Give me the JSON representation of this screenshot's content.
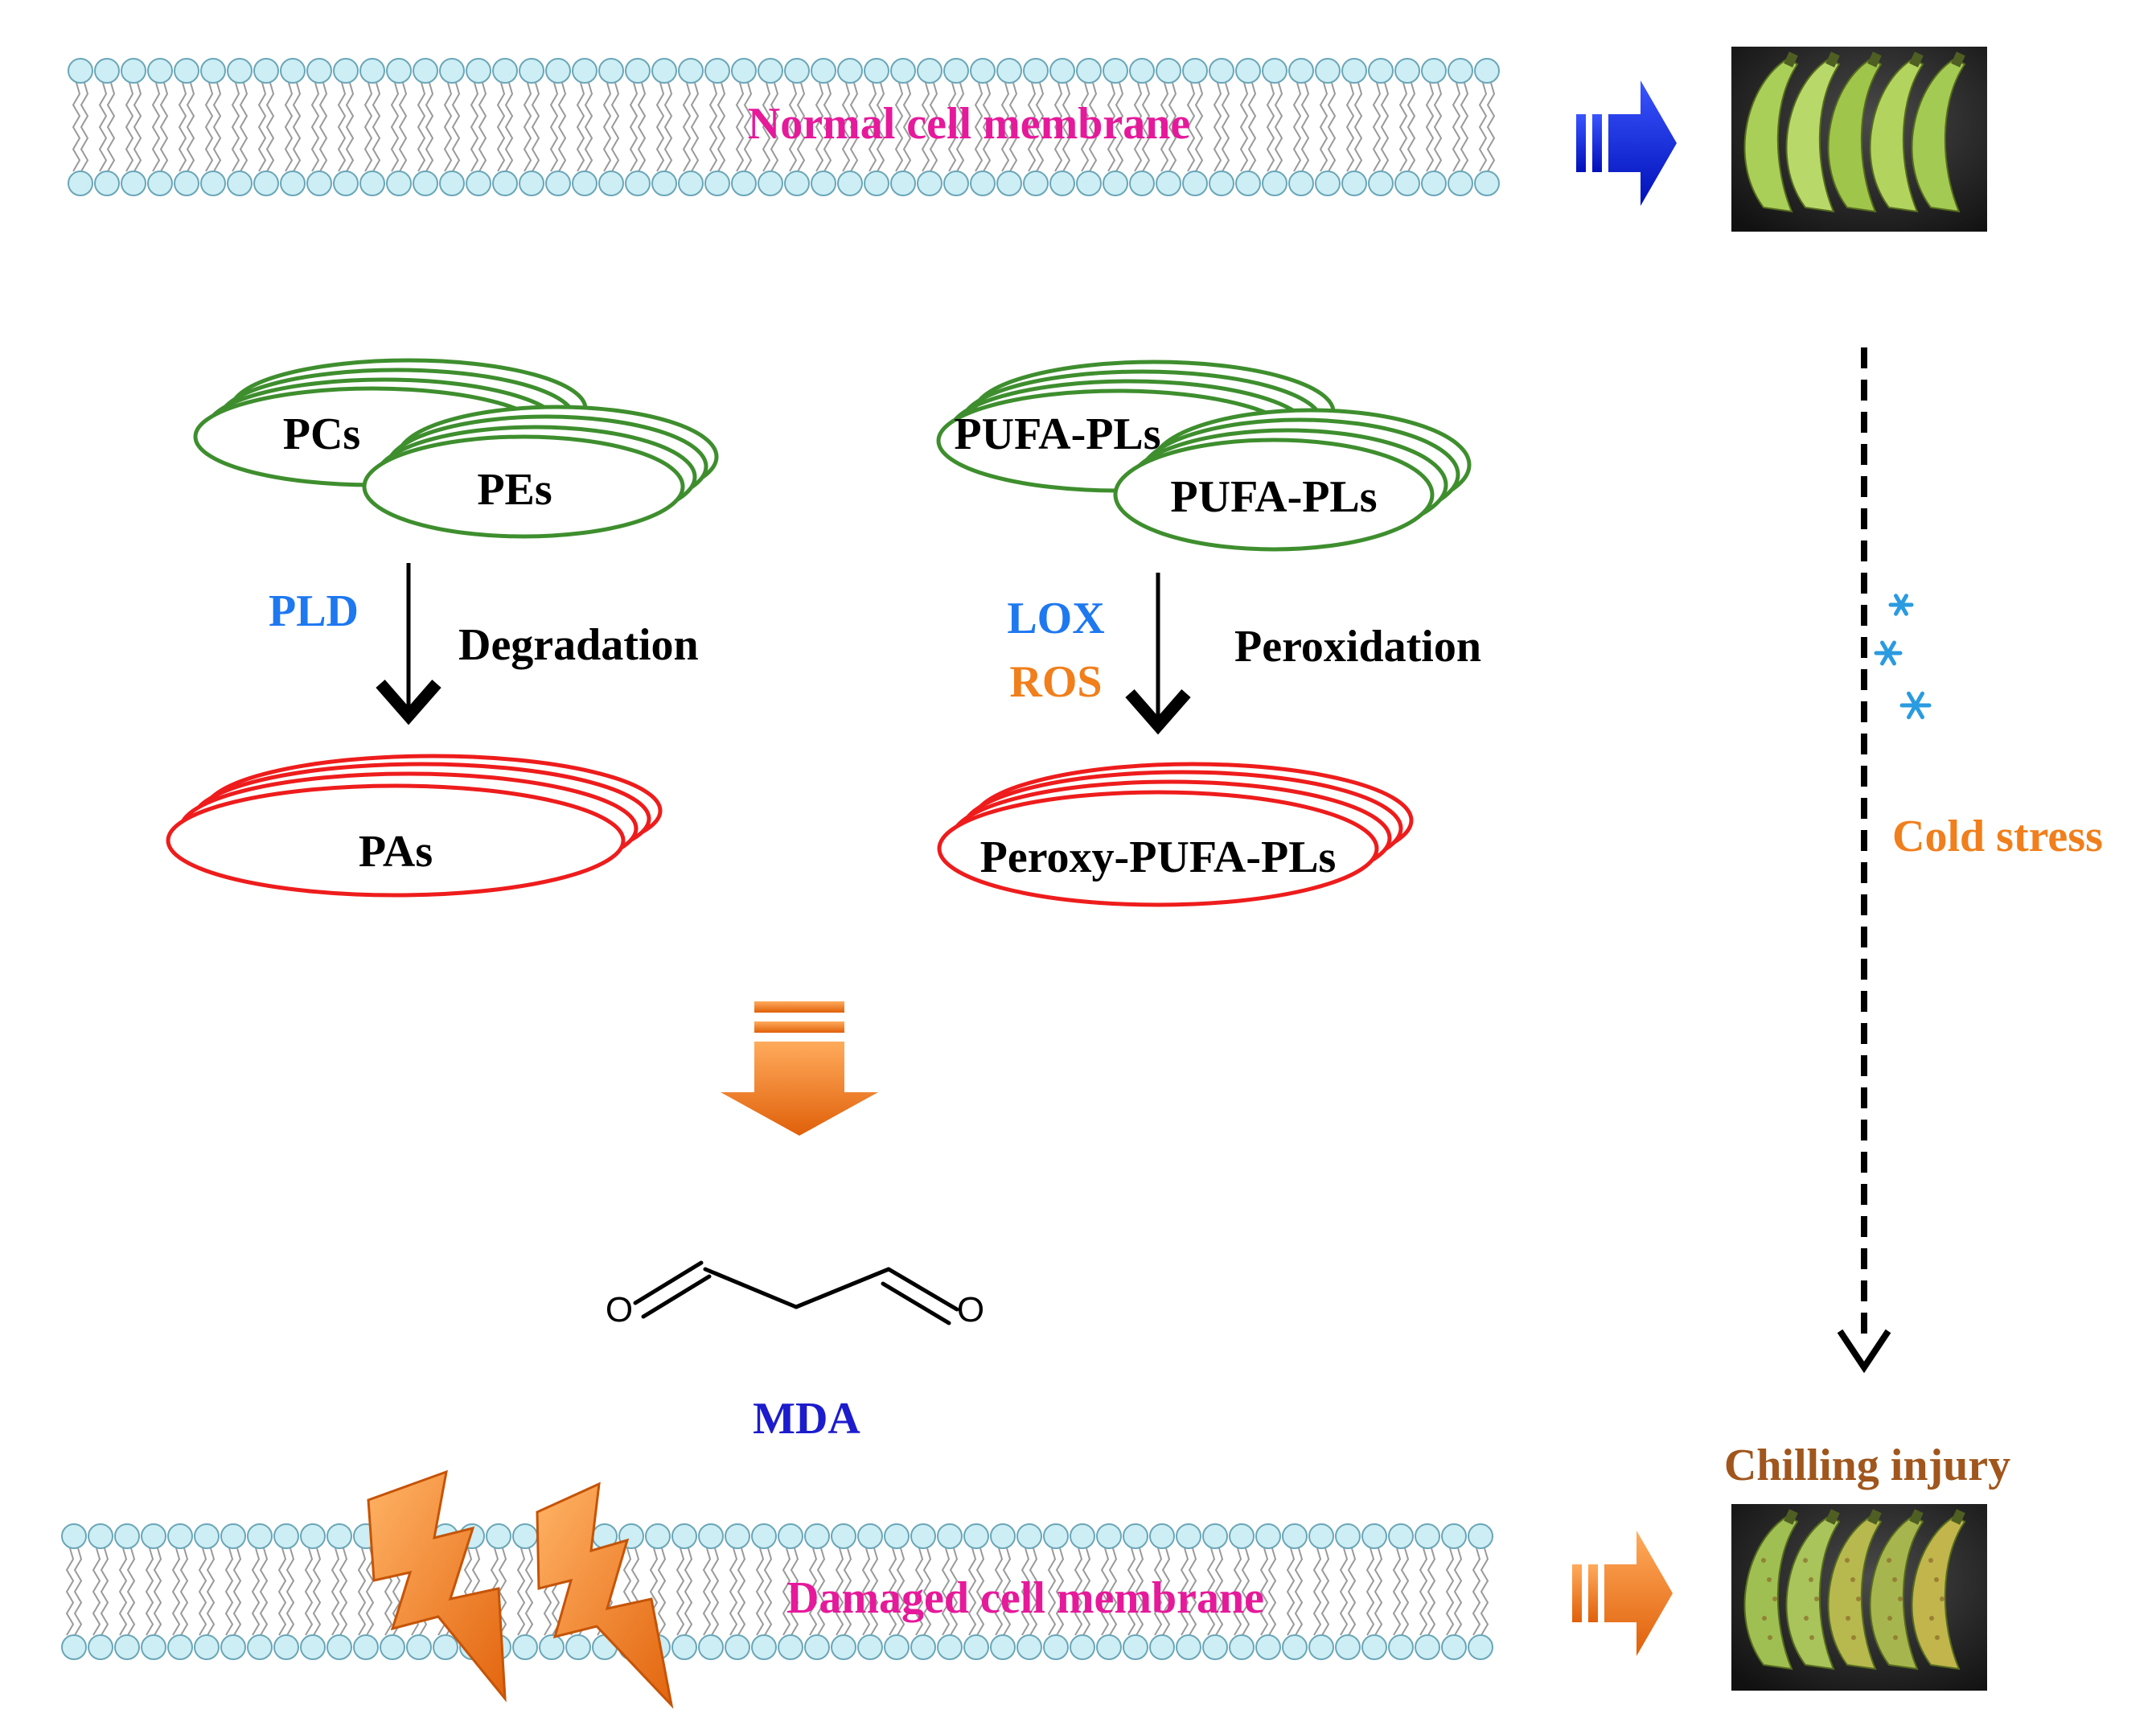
{
  "membranes": {
    "normal_label": "Normal  cell membrane",
    "damaged_label": "Damaged cell membrane"
  },
  "left_branch": {
    "substrate_1": "PCs",
    "substrate_2": "PEs",
    "enzyme": "PLD",
    "process": "Degradation",
    "product": "PAs"
  },
  "right_branch": {
    "substrate_1": "PUFA-PLs",
    "substrate_2": "PUFA-PLs",
    "enzyme_1": "LOX",
    "enzyme_2": "ROS",
    "process": "Peroxidation",
    "product": "Peroxy-PUFA-PLs"
  },
  "mda": {
    "atom_left": "O",
    "atom_right": "O",
    "label": "MDA"
  },
  "side": {
    "stress_label": "Cold stress",
    "outcome_label": "Chilling injury"
  },
  "colors": {
    "label_magenta": "#e6199b",
    "enzyme_blue": "#1e78f0",
    "ros_orange": "#f07f1c",
    "mda_blue": "#1c1ccc",
    "green_outline": "#3e8e2e",
    "red_outline": "#ee1c1c",
    "lipid_head": "#cdeef4",
    "cold_orange": "#f07f1c",
    "injury_brown": "#a0561c"
  },
  "icons": {
    "top_arrow": "blue-block-arrow-icon",
    "bottom_arrow": "orange-block-arrow-icon",
    "down_arrow": "orange-down-block-arrow-icon",
    "lightning": "lightning-bolt-icon",
    "snowflake": "snowflake-icon",
    "fruit": "banana-icon"
  }
}
